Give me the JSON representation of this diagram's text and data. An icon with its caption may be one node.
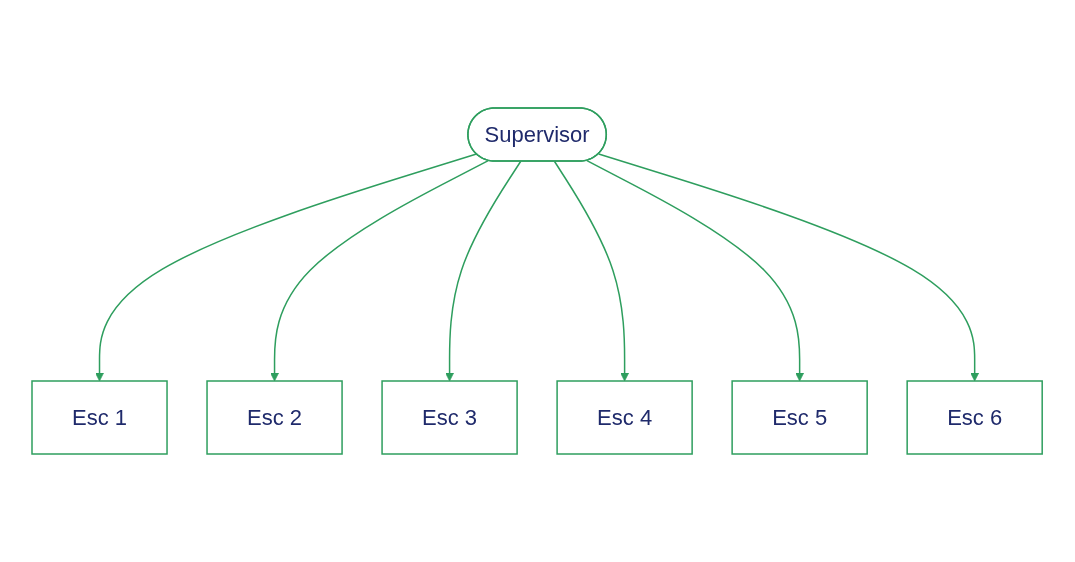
{
  "diagram": {
    "nodes": [
      {
        "text": [
          "Supervisor"
        ]
      },
      {
        "text": [
          "Esc 1"
        ]
      },
      {
        "text": [
          "Esc 2"
        ]
      },
      {
        "text": [
          "Esc 3"
        ]
      },
      {
        "text": [
          "Esc 4"
        ]
      },
      {
        "text": [
          "Esc 5"
        ]
      },
      {
        "text": [
          "Esc 6"
        ]
      }
    ],
    "edges": [
      {
        "from": 0,
        "to": 1,
        "arrow": "to"
      },
      {
        "from": 0,
        "to": 2,
        "arrow": "to"
      },
      {
        "from": 0,
        "to": 3,
        "arrow": "to"
      },
      {
        "from": 0,
        "to": 4,
        "arrow": "to"
      },
      {
        "from": 0,
        "to": 5,
        "arrow": "to"
      },
      {
        "from": 0,
        "to": 6,
        "arrow": "to"
      }
    ]
  }
}
